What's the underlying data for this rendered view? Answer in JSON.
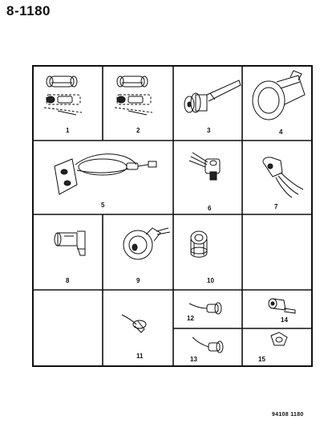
{
  "header": {
    "page_number": "8-1180"
  },
  "footer": {
    "code": "94108 1180"
  },
  "cells": [
    {
      "label": "1"
    },
    {
      "label": "2"
    },
    {
      "label": "3"
    },
    {
      "label": "4"
    },
    {
      "label": "5"
    },
    {
      "label": "6"
    },
    {
      "label": "7"
    },
    {
      "label": "8"
    },
    {
      "label": "9"
    },
    {
      "label": "10"
    },
    {
      "label": "11"
    },
    {
      "label": "12"
    },
    {
      "label": "13"
    },
    {
      "label": "14"
    },
    {
      "label": "15"
    }
  ]
}
